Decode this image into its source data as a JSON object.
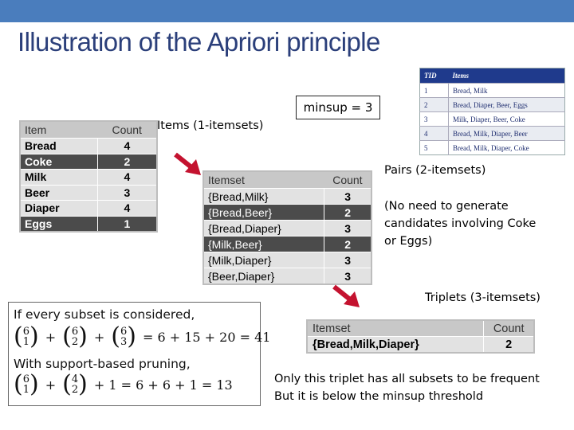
{
  "title": "Illustration of the Apriori principle",
  "minsup_label": "minsup = 3",
  "labels": {
    "items1": "Items (1-itemsets)",
    "pairs": "Pairs (2-itemsets)",
    "no_need_1": "(No need to generate",
    "no_need_2": "candidates involving Coke",
    "no_need_3": "or Eggs)",
    "triplets": "Triplets (3-itemsets)",
    "note_1": "Only this triplet has all subsets to be frequent",
    "note_2": "But it is below the minsup threshold"
  },
  "transactions": {
    "headers": [
      "TID",
      "Items"
    ],
    "rows": [
      {
        "tid": "1",
        "items": "Bread, Milk"
      },
      {
        "tid": "2",
        "items": "Bread, Diaper, Beer, Eggs"
      },
      {
        "tid": "3",
        "items": "Milk, Diaper, Beer, Coke"
      },
      {
        "tid": "4",
        "items": "Bread, Milk, Diaper, Beer"
      },
      {
        "tid": "5",
        "items": "Bread, Milk, Diaper, Coke"
      }
    ]
  },
  "itemsets1": {
    "headers": [
      "Item",
      "Count"
    ],
    "rows": [
      {
        "item": "Bread",
        "count": "4",
        "pruned": false
      },
      {
        "item": "Coke",
        "count": "2",
        "pruned": true
      },
      {
        "item": "Milk",
        "count": "4",
        "pruned": false
      },
      {
        "item": "Beer",
        "count": "3",
        "pruned": false
      },
      {
        "item": "Diaper",
        "count": "4",
        "pruned": false
      },
      {
        "item": "Eggs",
        "count": "1",
        "pruned": true
      }
    ]
  },
  "itemsets2": {
    "headers": [
      "Itemset",
      "Count"
    ],
    "rows": [
      {
        "item": "{Bread,Milk}",
        "count": "3",
        "pruned": false
      },
      {
        "item": "{Bread,Beer}",
        "count": "2",
        "pruned": true
      },
      {
        "item": "{Bread,Diaper}",
        "count": "3",
        "pruned": false
      },
      {
        "item": "{Milk,Beer}",
        "count": "2",
        "pruned": true
      },
      {
        "item": "{Milk,Diaper}",
        "count": "3",
        "pruned": false
      },
      {
        "item": "{Beer,Diaper}",
        "count": "3",
        "pruned": false
      }
    ]
  },
  "itemsets3": {
    "headers": [
      "Itemset",
      "Count"
    ],
    "rows": [
      {
        "item": "{Bread,Milk,Diaper}",
        "count": "2"
      }
    ]
  },
  "computation": {
    "line1": "If every subset is considered,",
    "eq1": {
      "b1": [
        "6",
        "1"
      ],
      "b2": [
        "6",
        "2"
      ],
      "b3": [
        "6",
        "3"
      ],
      "rhs": "= 6 + 15 + 20 = 41"
    },
    "line2": "With support-based pruning,",
    "eq2": {
      "b1": [
        "6",
        "1"
      ],
      "b2": [
        "4",
        "2"
      ],
      "rhs": "+ 1 = 6 + 6 + 1 = 13"
    }
  },
  "colors": {
    "title": "#2b3f7a",
    "topbar": "#4a7dbd",
    "arrow": "#c4122f",
    "pruned_row": "#4b4b4b"
  }
}
